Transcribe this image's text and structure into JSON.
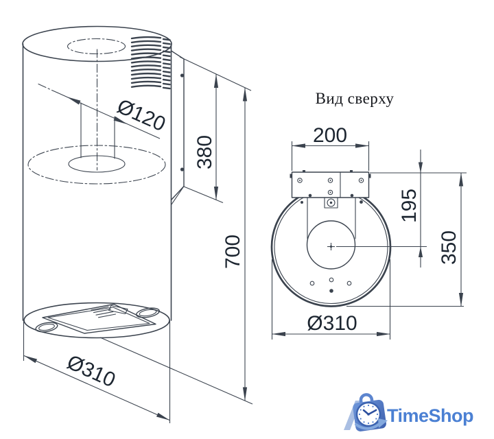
{
  "top_view": {
    "title": "Вид сверху"
  },
  "dimensions": {
    "duct_diameter": "Ø120",
    "mount_plate_height": "380",
    "body_height": "700",
    "body_diameter": "Ø310",
    "bracket_width": "200",
    "center_offset": "195",
    "total_depth": "350",
    "top_view_diameter": "Ø310"
  },
  "logo": {
    "brand": "TimeShop",
    "icons": {
      "bag": "shopping-bag-icon",
      "clock": "clock-icon",
      "arrow": "swoosh-arrow-icon"
    }
  },
  "colors": {
    "line": "#3b434e",
    "dim_text": "#1c2530",
    "title_text": "#15171c",
    "logo_blue": "#4b80d3",
    "logo_bag_light": "#6f97da",
    "logo_bag_dark": "#3c5fae",
    "logo_light_blue": "#aabfe3",
    "logo_swoosh": "#84a9de"
  }
}
